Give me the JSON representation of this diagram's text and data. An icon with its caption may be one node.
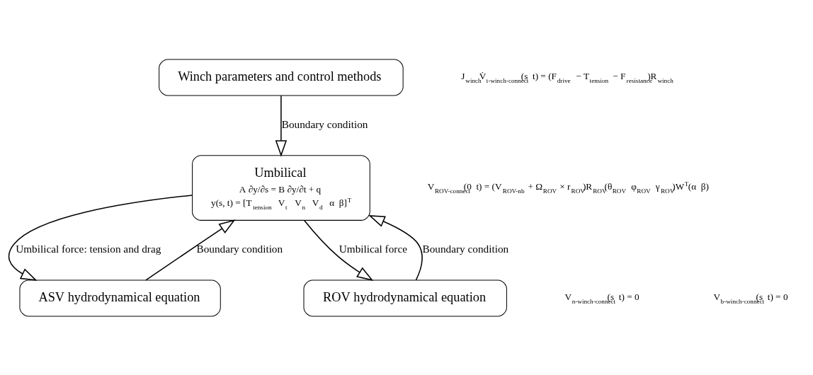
{
  "diagram": {
    "nodes": [
      {
        "text": [
          "Winch parameters and control methods"
        ]
      },
      {
        "text": [
          "Umbilical",
          "A ∂y/∂s = B ∂y/∂t + q",
          "y(s, t) = [T$_{tension}$  V$_{t}$  V$_{n}$  V$_{d}$  α  β]$^{T}$"
        ]
      },
      {
        "text": [
          "ASV hydrodynamical equation"
        ]
      },
      {
        "text": [
          "ROV hydrodynamical equation"
        ]
      }
    ],
    "edges": [
      {
        "from": 0,
        "to": 1,
        "arrow": "to",
        "label": "Boundary condition"
      },
      {
        "from": 1,
        "to": 2,
        "arrow": "to",
        "label": "Umbilical force: tension and drag"
      },
      {
        "from": 2,
        "to": 1,
        "arrow": "to",
        "label": "Boundary condition"
      },
      {
        "from": 3,
        "to": 1,
        "arrow": "to",
        "label": "Boundary condition"
      },
      {
        "from": 1,
        "to": 3,
        "arrow": "to",
        "label": "Umbilical force"
      }
    ],
    "labels": [
      "J$_{winch}$V̇$_{t-winch-connect}$(s  t) = (F$_{drive}$ − T$_{tension}$ − F$_{resistance}$)R$_{winch}$",
      "V$_{ROV-connect}$(0  t) = (V$_{ROV-nb}$ + Ω$_{ROV}$ × r$_{ROV}$)R$_{ROV}$(θ$_{ROV}$  φ$_{ROV}$  γ$_{ROV}$)W$^{T}$(α  β)",
      "V$_{n-winch-connect}$(s  t) = 0",
      "V$_{b-winch-connect}$(s  t) = 0"
    ]
  }
}
